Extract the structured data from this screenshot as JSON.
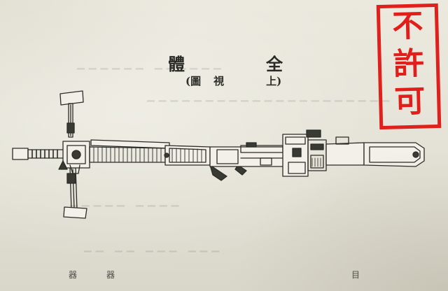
{
  "document": {
    "title_left": "體",
    "title_right": "全",
    "subtitle_open": "(",
    "subtitle_left": "圖",
    "subtitle_mid": "視",
    "subtitle_right": "上",
    "subtitle_close": ")"
  },
  "stamp": {
    "char1": "不",
    "char2": "許",
    "char3": "可",
    "color": "#e0201d"
  },
  "footer": {
    "mark_left": "器",
    "mark_mid": "器",
    "mark_right": "目"
  }
}
